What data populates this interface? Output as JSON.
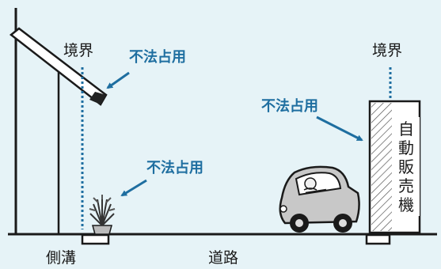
{
  "labels": {
    "boundary_left": "境界",
    "boundary_right": "境界",
    "illegal_roof": "不法占用",
    "illegal_car": "不法占用",
    "illegal_plant": "不法占用",
    "ditch": "側溝",
    "road": "道路",
    "vending_machine": [
      "自",
      "動",
      "販",
      "売",
      "機"
    ]
  },
  "colors": {
    "background": "#e6f3f7",
    "accent_blue": "#1e6ea0",
    "line": "#1a1a1a"
  },
  "icons": [
    "roof-eave-icon",
    "potted-plant-icon",
    "car-with-driver-icon",
    "vending-machine-icon"
  ]
}
